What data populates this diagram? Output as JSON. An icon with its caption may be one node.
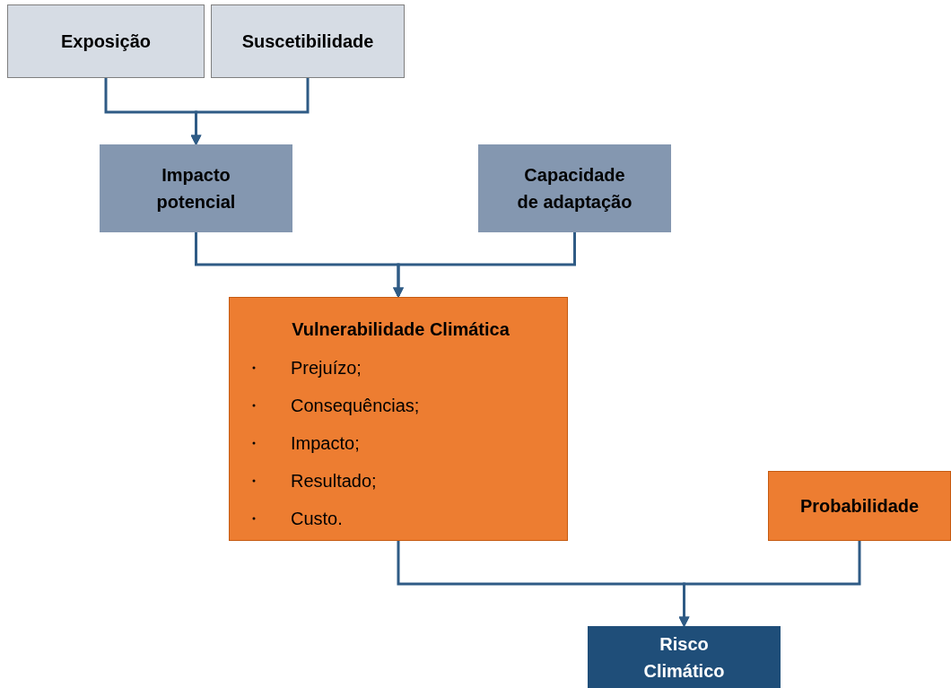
{
  "diagram": {
    "nodes": [
      {
        "text": [
          "Exposição"
        ]
      },
      {
        "text": [
          "Suscetibilidade"
        ]
      },
      {
        "text": [
          "Impacto potencial"
        ]
      },
      {
        "text": [
          "Capacidade de adaptação"
        ]
      },
      {
        "text": [
          "Vulnerabilidade Climática",
          "Prejuízo;",
          "Consequências;",
          "Impacto;",
          "Resultado;",
          "Custo."
        ]
      },
      {
        "text": [
          "Probabilidade"
        ]
      },
      {
        "text": [
          "Risco Climático"
        ]
      }
    ],
    "edges": [
      {
        "from": 0,
        "to": 2,
        "arrow": "to"
      },
      {
        "from": 1,
        "to": 2,
        "arrow": "to"
      },
      {
        "from": 2,
        "to": 4,
        "arrow": "to"
      },
      {
        "from": 3,
        "to": 4,
        "arrow": "to"
      },
      {
        "from": 4,
        "to": 6,
        "arrow": "to"
      },
      {
        "from": 5,
        "to": 6,
        "arrow": "to"
      }
    ]
  }
}
